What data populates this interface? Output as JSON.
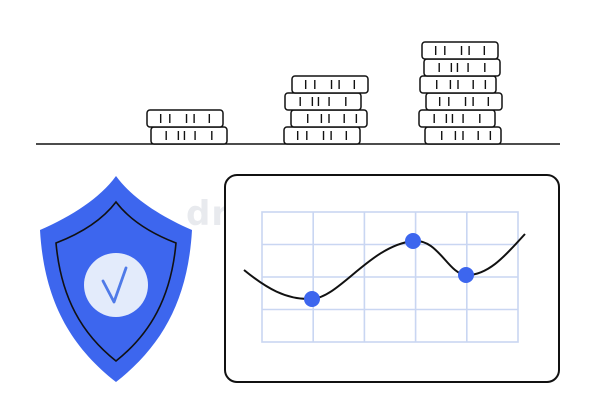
{
  "watermark": {
    "text": "dreamstime."
  },
  "colors": {
    "ink": "#111111",
    "accent": "#3d66ee",
    "accent_dark": "#2b4fd6",
    "grid": "#c9d6f2",
    "check_circle": "#e3ebfb",
    "check_mark": "#4f7ae8",
    "watermark": "#e8eaee",
    "coin_fill": "#ffffff"
  },
  "icons": {
    "coin_stacks": "coin-stack-icon",
    "shield": "shield-check-icon",
    "chart": "line-chart-icon"
  },
  "coin_stacks": [
    {
      "coins": 2
    },
    {
      "coins": 4
    },
    {
      "coins": 6
    }
  ],
  "chart_markers": 3
}
